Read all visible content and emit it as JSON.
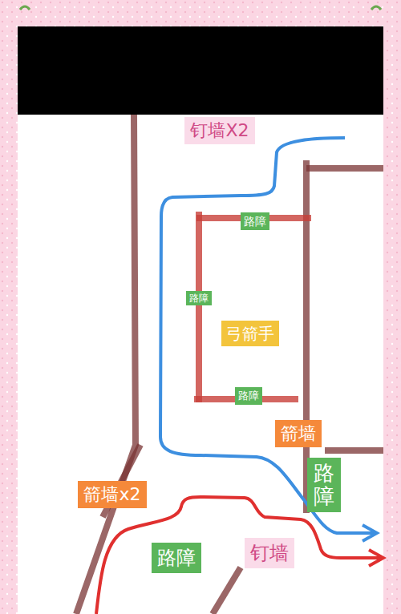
{
  "diagram": {
    "nodes": [
      {
        "text": [
          "钉墙X2"
        ]
      },
      {
        "text": [
          "路障"
        ]
      },
      {
        "text": [
          "路障"
        ]
      },
      {
        "text": [
          "弓箭手"
        ]
      },
      {
        "text": [
          "路障"
        ]
      },
      {
        "text": [
          "箭墙"
        ]
      },
      {
        "text": [
          "路障"
        ]
      },
      {
        "text": [
          "箭墙x2"
        ]
      },
      {
        "text": [
          "路障"
        ]
      },
      {
        "text": [
          "钉墙"
        ]
      }
    ]
  }
}
